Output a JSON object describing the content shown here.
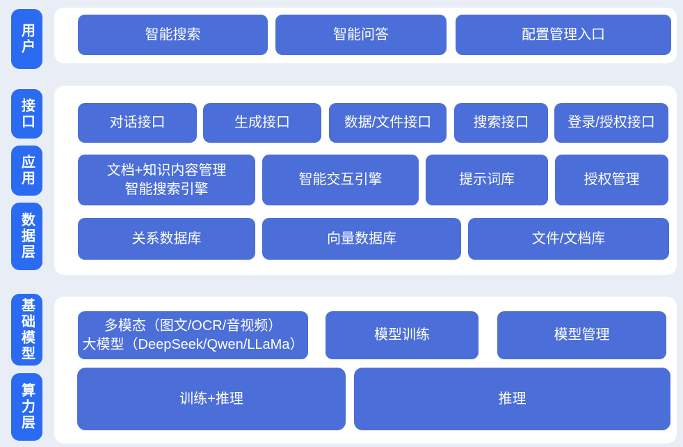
{
  "title": "AI platform architecture diagram",
  "colors": {
    "background": "#e9eef6",
    "panel": "#ffffff",
    "label_blue": "#2b6bf2",
    "button_blue": "#4b6ed8",
    "text_white": "#ffffff"
  },
  "layers": {
    "user": {
      "label": "用户"
    },
    "interface": {
      "label": "接口"
    },
    "application": {
      "label": "应用"
    },
    "data": {
      "label": "数据层"
    },
    "foundation_model": {
      "label": "基础模型"
    },
    "compute": {
      "label": "算力层"
    }
  },
  "boxes": {
    "smart_search": "智能搜索",
    "smart_qa": "智能问答",
    "config_entry": "配置管理入口",
    "dialog_api": "对话接口",
    "generation_api": "生成接口",
    "data_file_api": "数据/文件接口",
    "search_api": "搜索接口",
    "login_auth_api": "登录/授权接口",
    "doc_knowledge_engine": "文档+知识内容管理\n智能搜索引擎",
    "interaction_engine": "智能交互引擎",
    "prompt_library": "提示词库",
    "auth_management": "授权管理",
    "relational_db": "关系数据库",
    "vector_db": "向量数据库",
    "file_doc_store": "文件/文档库",
    "multimodal_llm": "多模态（图文/OCR/音视频）\n大模型（DeepSeek/Qwen/LLaMa）",
    "model_training": "模型训练",
    "model_management": "模型管理",
    "training_inference": "训练+推理",
    "inference": "推理"
  }
}
